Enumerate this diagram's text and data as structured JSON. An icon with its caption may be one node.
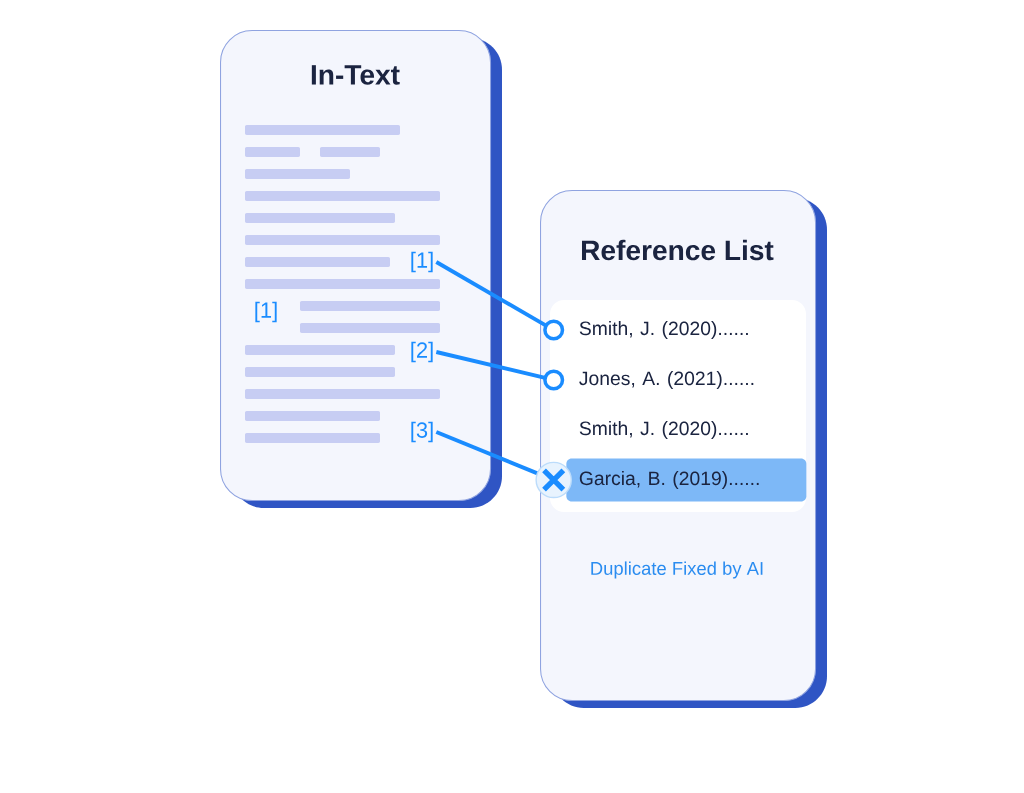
{
  "diagram": {
    "nodes": [
      {
        "text": [
          "In-Text"
        ]
      },
      {
        "text": [
          "[1]"
        ],
        "in": 0
      },
      {
        "text": [
          "[1]"
        ],
        "in": 0
      },
      {
        "text": [
          "[2]"
        ],
        "in": 0
      },
      {
        "text": [
          "[3]"
        ],
        "in": 0
      },
      {
        "text": [
          "Reference List",
          "Duplicate Fixed by AI"
        ]
      },
      {
        "text": [
          "Smith, J. (2020)......"
        ],
        "in": 5
      },
      {
        "text": [
          "Jones, A. (2021)......"
        ],
        "in": 5
      },
      {
        "text": [
          "Smith, J. (2020)......"
        ],
        "in": 5
      },
      {
        "text": [
          "Garcia, B. (2019)......"
        ],
        "in": 5
      }
    ],
    "edges": [
      {
        "from": 1,
        "to": 6,
        "arrow": "other"
      },
      {
        "from": 3,
        "to": 7,
        "arrow": "other"
      },
      {
        "from": 4,
        "to": 9,
        "arrow": "other"
      }
    ]
  }
}
